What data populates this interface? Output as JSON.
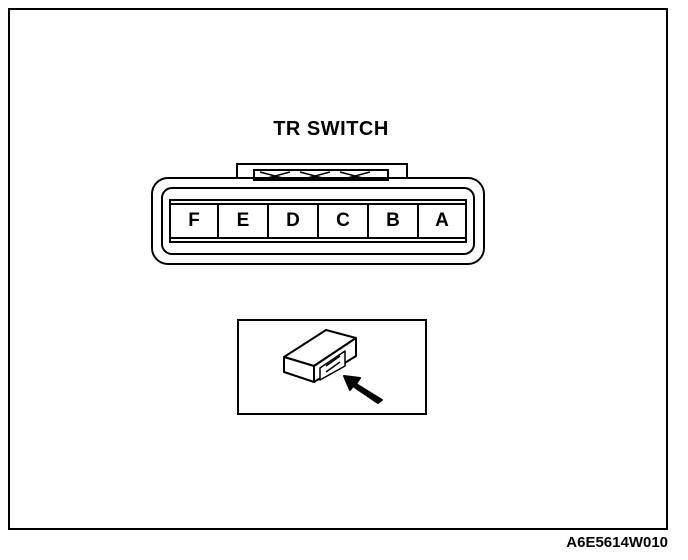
{
  "diagram": {
    "title": "TR SWITCH",
    "pins": [
      "F",
      "E",
      "D",
      "C",
      "B",
      "A"
    ],
    "figure_code": "A6E5614W010",
    "inset_icon": "connector-view-arrow-icon"
  },
  "colors": {
    "line": "#000000",
    "background": "#ffffff"
  }
}
